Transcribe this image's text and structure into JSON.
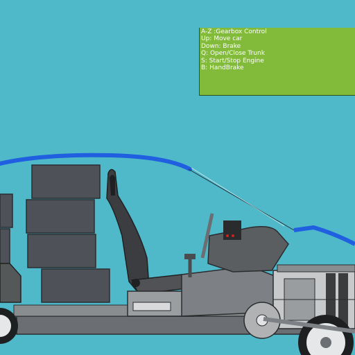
{
  "controls": {
    "lines": [
      "A-Z :Gearbox Control",
      "Up: Move car",
      "Down: Brake",
      "Q: Open/Close Trunk",
      "S: Start/Stop Engine",
      "B: HandBrake"
    ]
  },
  "colors": {
    "background": "#4fb9c9",
    "panel": "#82bb3a",
    "panel_text": "#ffffff",
    "roof_line": "#1f5fe0",
    "tire_stack": "#4e5258",
    "seat": "#3c3d40",
    "chassis": "#6b6e72",
    "chassis_dark": "#2a2b2d"
  }
}
